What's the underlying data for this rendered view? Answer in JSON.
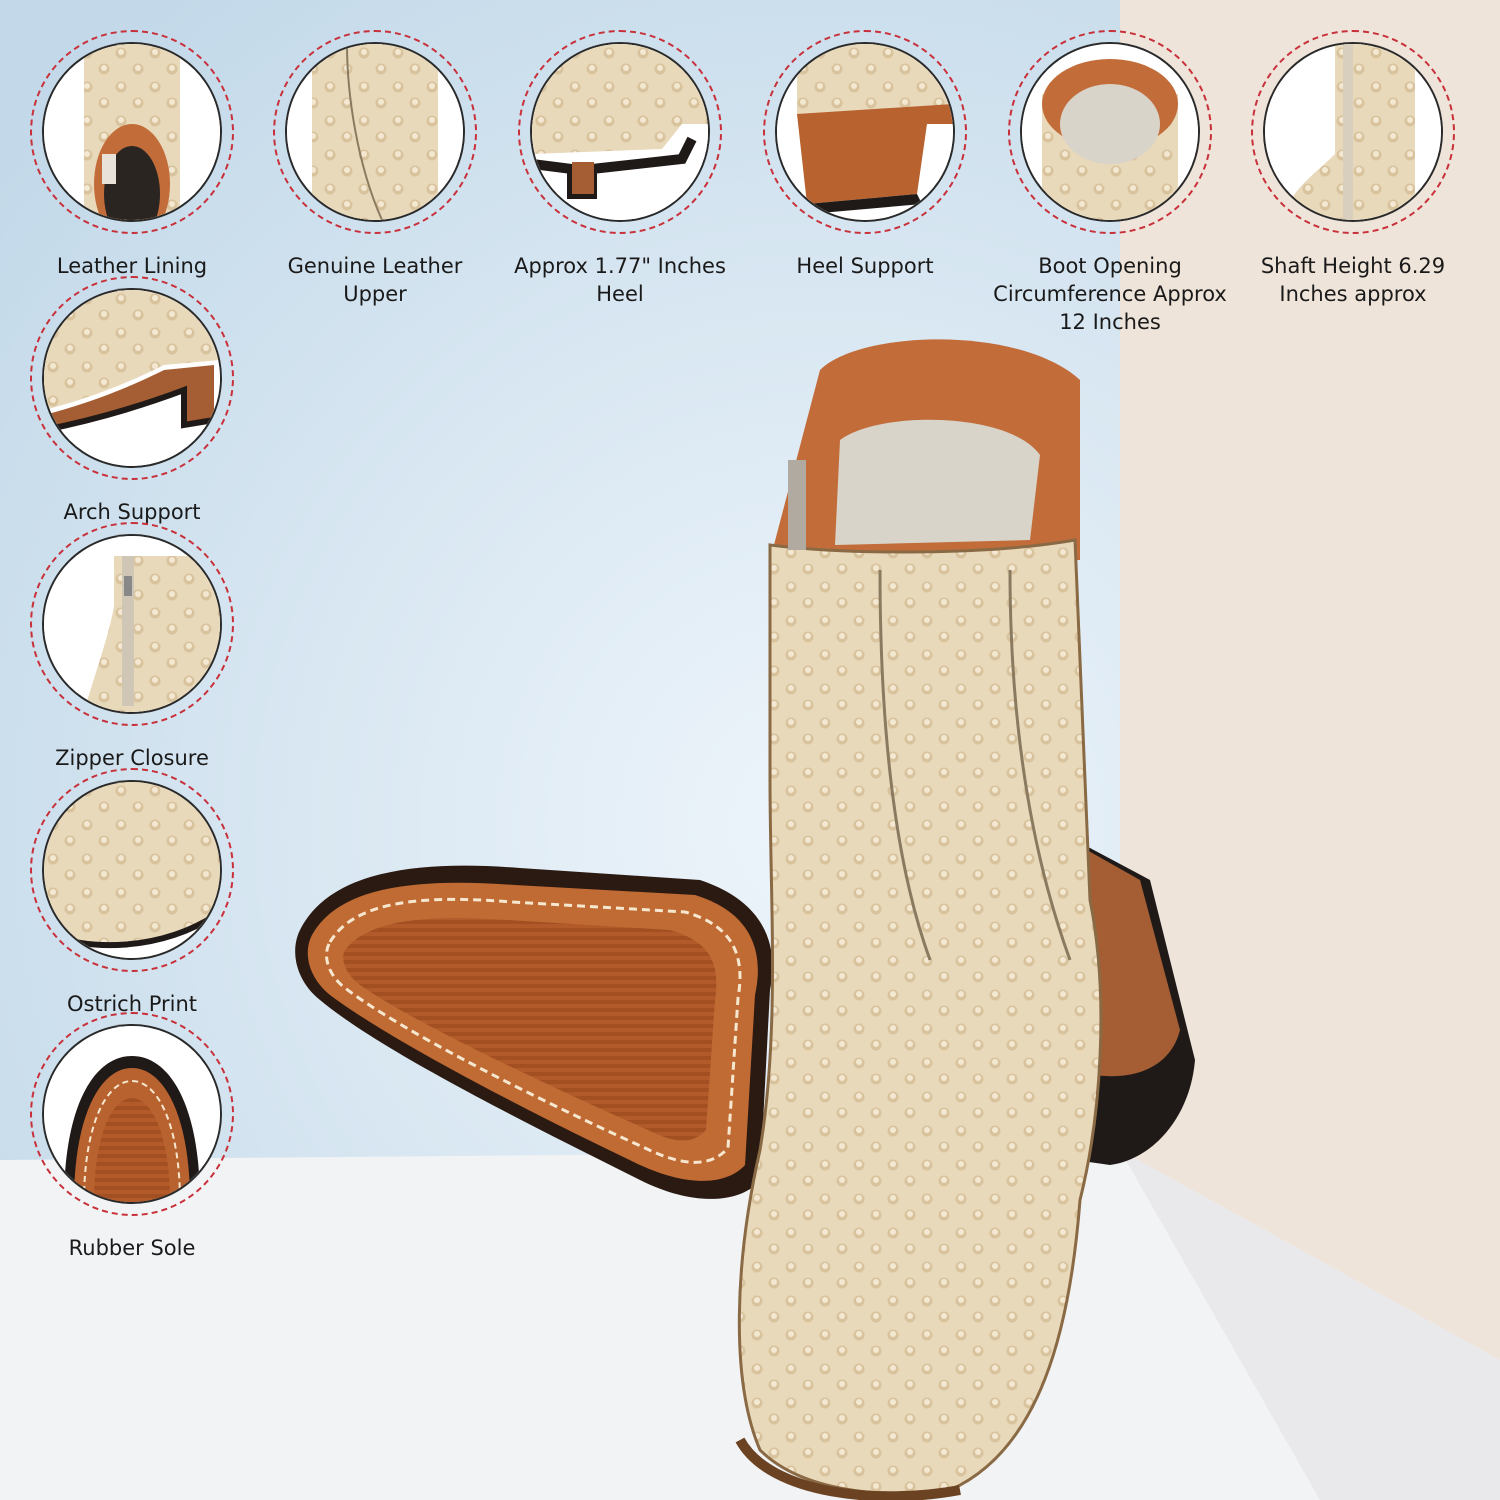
{
  "colors": {
    "blue_panel": "#c7dbea",
    "cream_panel": "#efe4da",
    "floor": "#f1f2f4",
    "dash_ring": "#c8303a",
    "leather": "#e8d8b9",
    "sole": "#b8622f"
  },
  "features": [
    {
      "label": "Leather Lining",
      "icon": "boot-top-view-icon"
    },
    {
      "label": "Genuine Leather Upper",
      "icon": "leather-upper-icon"
    },
    {
      "label": "Approx 1.77\" Inches Heel",
      "icon": "heel-height-icon"
    },
    {
      "label": "Heel Support",
      "icon": "heel-support-icon"
    },
    {
      "label": "Boot Opening Circumference Approx 12 Inches",
      "icon": "boot-opening-icon"
    },
    {
      "label": "Shaft Height 6.29 Inches approx",
      "icon": "shaft-height-icon"
    },
    {
      "label": "Arch Support",
      "icon": "arch-support-icon"
    },
    {
      "label": "Zipper Closure",
      "icon": "zipper-icon"
    },
    {
      "label": "Ostrich Print",
      "icon": "ostrich-print-icon"
    },
    {
      "label": "Rubber Sole",
      "icon": "rubber-sole-icon"
    }
  ],
  "hero": {
    "image": "ostrich-print-ankle-boots"
  }
}
